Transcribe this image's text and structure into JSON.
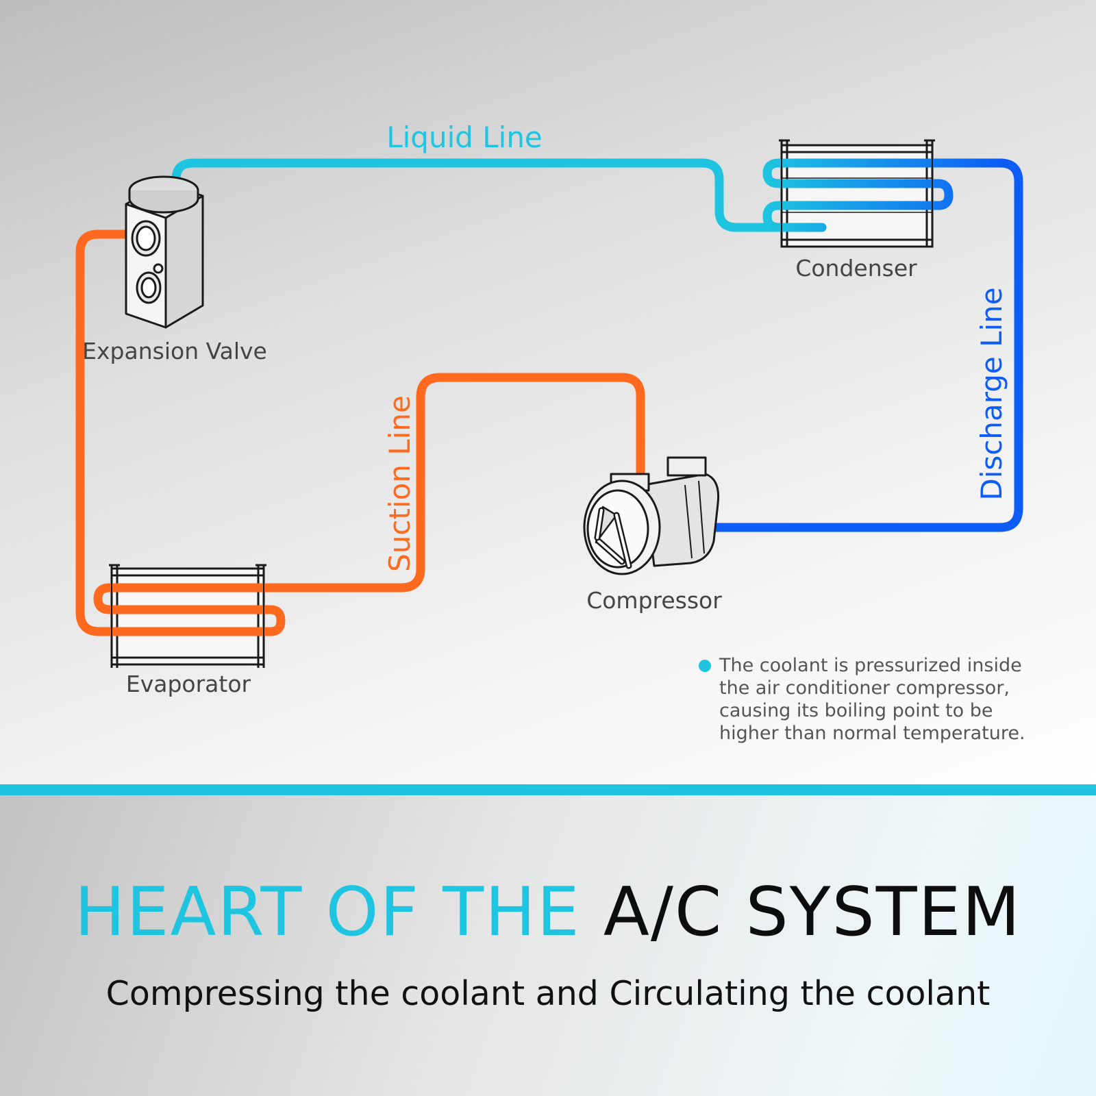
{
  "colors": {
    "liquid": "#1ec4e0",
    "discharge": "#0d5cf5",
    "suction": "#ff6a1f",
    "divider": "#1ec4e0",
    "headline_accent": "#1ec4e0"
  },
  "lines": {
    "liquid": "Liquid Line",
    "discharge": "Discharge Line",
    "suction": "Suction Line"
  },
  "components": {
    "expansion_valve": "Expansion Valve",
    "condenser": "Condenser",
    "evaporator": "Evaporator",
    "compressor": "Compressor"
  },
  "note": {
    "lines": [
      "The coolant is pressurized inside",
      "the air conditioner compressor,",
      "causing its boiling point to be",
      "higher than normal temperature."
    ]
  },
  "headline": {
    "part1": "HEART OF THE ",
    "part2": "A/C SYSTEM"
  },
  "subheadline": "Compressing the coolant and Circulating the coolant"
}
